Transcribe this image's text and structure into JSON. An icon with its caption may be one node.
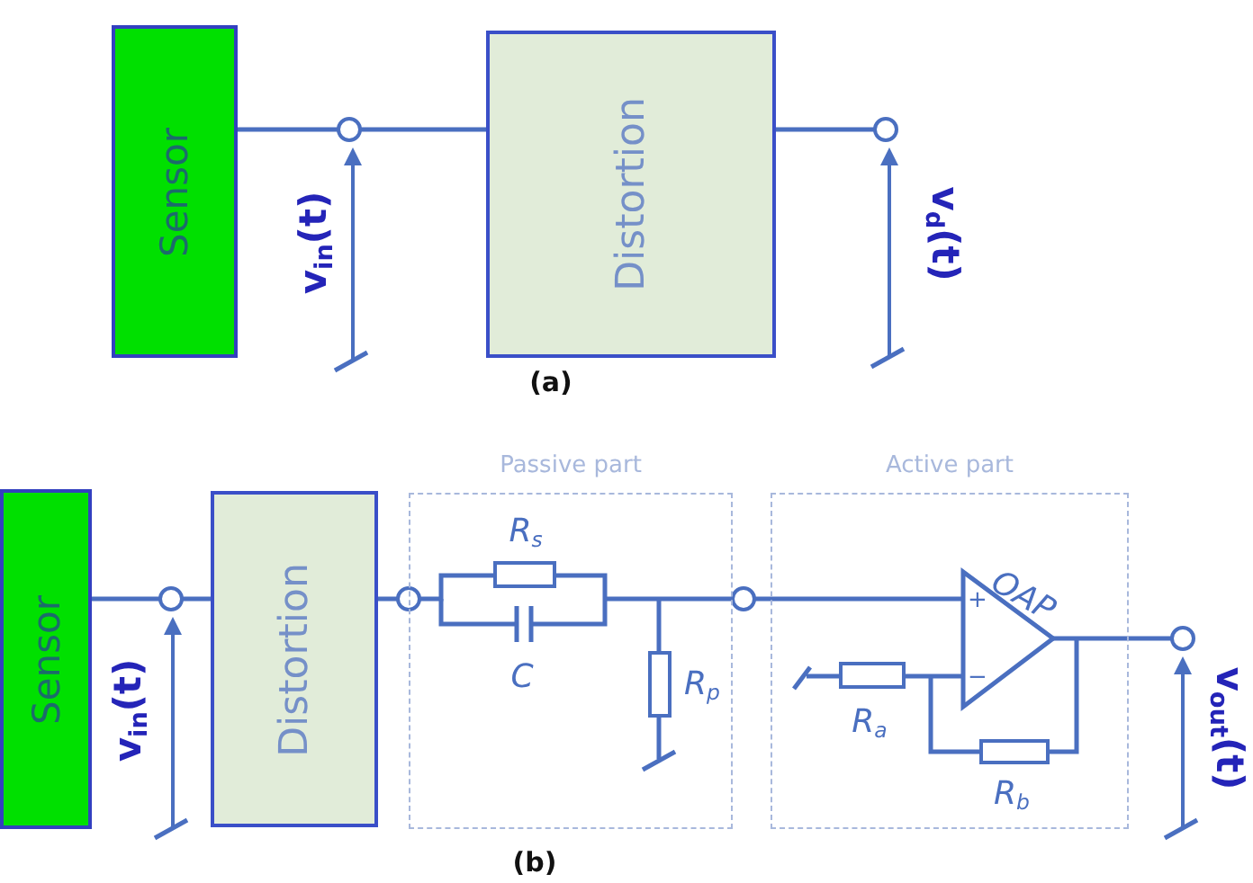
{
  "diagram": {
    "nodes": [
      {
        "text": [
          "Sensor"
        ]
      },
      {
        "text": [
          "Distortion"
        ]
      },
      {
        "text": [
          "Sensor"
        ]
      },
      {
        "text": [
          "Distortion"
        ]
      },
      {
        "text": [
          "Passive part"
        ]
      },
      {
        "text": [
          "Active part"
        ]
      }
    ],
    "edges": [
      {
        "from": 0,
        "to": 1,
        "arrow": "none"
      },
      {
        "from": 1,
        "to": null,
        "arrow": "other"
      },
      {
        "from": 2,
        "to": 3,
        "arrow": "none"
      },
      {
        "from": 3,
        "to": 4,
        "arrow": "other"
      },
      {
        "from": 4,
        "to": 5,
        "arrow": "other"
      },
      {
        "from": 5,
        "to": null,
        "arrow": "other"
      }
    ],
    "labels": [
      "v$_{in}$(t)",
      "v$_{d}$(t)",
      "(a)",
      "v$_{in}$(t)",
      "R$_{s}$",
      "C",
      "R$_{p}$",
      "OAP",
      "+",
      "−",
      "R$_{a}$",
      "R$_{b}$",
      "v$_{out}$(t)",
      "(b)"
    ]
  }
}
